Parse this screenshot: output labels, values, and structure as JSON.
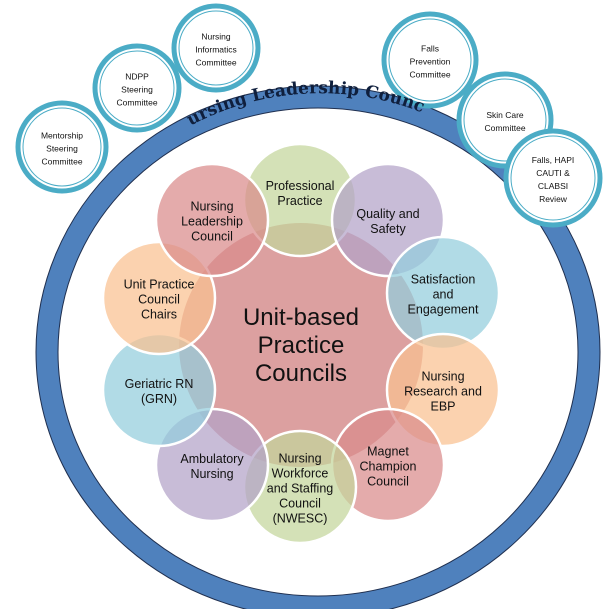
{
  "ring": {
    "title": "Nursing Leadership Council",
    "color": "#4f81bd"
  },
  "center": {
    "lines": [
      "Unit-based",
      "Practice",
      "Councils"
    ],
    "color": "#dca0a0"
  },
  "councils": [
    {
      "lines": [
        "Professional",
        "Practice"
      ],
      "color": "#c3d69b"
    },
    {
      "lines": [
        "Quality and",
        "Safety"
      ],
      "color": "#b3a2c7"
    },
    {
      "lines": [
        "Satisfaction",
        "and",
        "Engagement"
      ],
      "color": "#93cddd"
    },
    {
      "lines": [
        "Nursing",
        "Research and",
        "EBP"
      ],
      "color": "#fac090"
    },
    {
      "lines": [
        "Magnet",
        "Champion",
        "Council"
      ],
      "color": "#d98a8a"
    },
    {
      "lines": [
        "Nursing",
        "Workforce",
        "and Staffing",
        "Council",
        "(NWESC)"
      ],
      "color": "#c3d69b"
    },
    {
      "lines": [
        "Ambulatory",
        "Nursing"
      ],
      "color": "#b3a2c7"
    },
    {
      "lines": [
        "Geriatric RN",
        "(GRN)"
      ],
      "color": "#93cddd"
    },
    {
      "lines": [
        "Unit Practice",
        "Council",
        "Chairs"
      ],
      "color": "#fac090"
    },
    {
      "lines": [
        "Nursing",
        "Leadership",
        "Council"
      ],
      "color": "#d98a8a"
    }
  ],
  "committees": [
    {
      "lines": [
        "Mentorship",
        "Steering",
        "Committee"
      ]
    },
    {
      "lines": [
        "NDPP",
        "Steering",
        "Committee"
      ]
    },
    {
      "lines": [
        "Nursing",
        "Informatics",
        "Committee"
      ]
    },
    {
      "lines": [
        "Falls",
        "Prevention",
        "Committee"
      ]
    },
    {
      "lines": [
        "Skin Care",
        "Committee"
      ]
    },
    {
      "lines": [
        "Falls, HAPI",
        "CAUTI &",
        "CLABSI",
        "Review"
      ]
    }
  ],
  "committee_color": "#4bacc6"
}
